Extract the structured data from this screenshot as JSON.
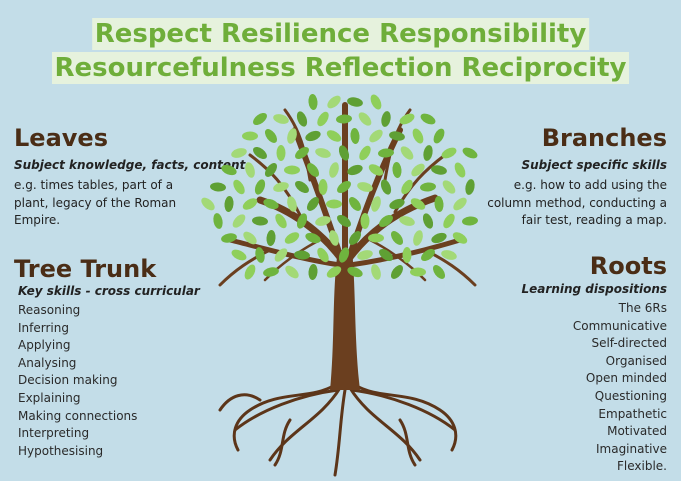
{
  "title": {
    "line1": "Respect Resilience Responsibility",
    "line2": "Resourcefulness Reflection Reciprocity"
  },
  "leaves": {
    "heading": "Leaves",
    "subtitle": "Subject knowledge, facts, content",
    "body": "e.g. times tables, part of a plant, legacy of the Roman Empire."
  },
  "branches": {
    "heading": "Branches",
    "subtitle": "Subject specific skills",
    "body": "e.g. how to add using the column method, conducting a fair test, reading a map."
  },
  "trunk": {
    "heading": "Tree Trunk",
    "subtitle": "Key skills - cross curricular",
    "items": [
      "Reasoning",
      "Inferring",
      "Applying",
      "Analysing",
      "Decision making",
      "Explaining",
      "Making connections",
      "Interpreting",
      "Hypothesising"
    ]
  },
  "roots": {
    "heading": "Roots",
    "subtitle": "Learning dispositions",
    "items": [
      "The 6Rs",
      "Communicative",
      "Self-directed",
      "Organised",
      "Open minded",
      "Questioning",
      "Empathetic",
      "Motivated",
      "Imaginative",
      "Flexible."
    ]
  },
  "colors": {
    "background": "#c3dde8",
    "title_text": "#6fae3a",
    "title_highlight": "#e6f2dd",
    "heading": "#4a2d16",
    "trunk": "#6b3f1f",
    "leaf": "#7cc24a"
  }
}
